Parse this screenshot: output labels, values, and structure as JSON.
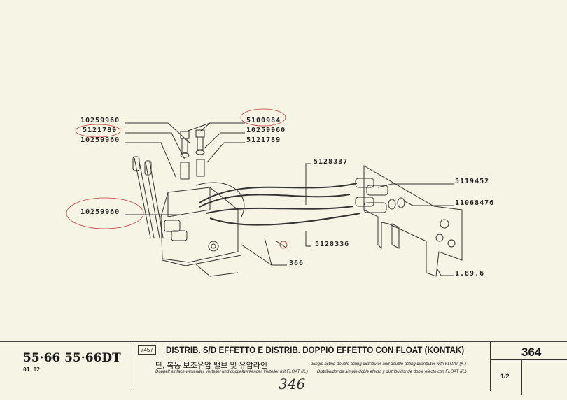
{
  "diagram": {
    "labels": {
      "washer_top_left": "10259960",
      "adapter_left": "5121789",
      "washer_left_2": "10259960",
      "bolt_right": "5100984",
      "washer_right": "10259960",
      "adapter_right": "5121789",
      "washer_valve": "10259960",
      "hose_upper": "5128337",
      "hose_lower": "5128336",
      "coupler": "5119452",
      "clip": "11068476",
      "ref_366": "366",
      "bracket_ref": "1.89.6"
    }
  },
  "footer": {
    "models": "55·66  55·66DT",
    "model_code": "01 02",
    "group_number": "7457",
    "title": "DISTRIB. S/D EFFETTO E DISTRIB. DOPPIO EFFETTO CON FLOAT (KONTAK)",
    "title_korean": "단, 복동 보조유압 밸브 및 유압라인",
    "title_english": "Single acting double acting distributor and double acting distributor with FLOAT (K.)",
    "title_german": "Doppelt einfach-wirkender Verteiler und doppeltwirkender Verteiler mit FLOAT (K.)",
    "title_spanish": "Distribuidor de simple doble efecto y distribuidor de doble efecto con FLOAT (K.)",
    "handwritten_note": "346",
    "page_number": "364",
    "sheet": "1/2"
  }
}
